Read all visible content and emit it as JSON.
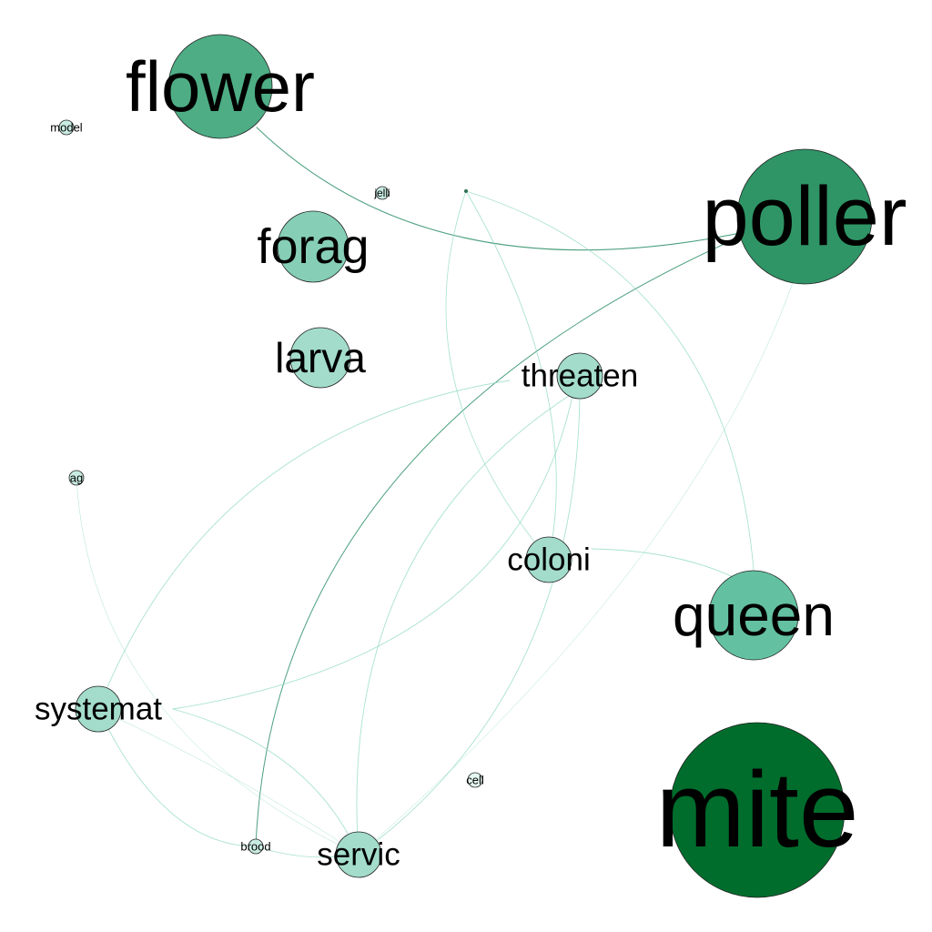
{
  "graph": {
    "type": "network",
    "palette": {
      "level1": "#006d2c",
      "level2": "#2f9566",
      "level3": "#4ead85",
      "level4": "#63c1a1",
      "level5": "#86cfb6",
      "level6": "#a3dccb",
      "level7": "#c9ece2",
      "level8": "#e4f6f0",
      "edge_dark": "#2f8f68",
      "edge_light": "#8ed8c0"
    },
    "nodes": [
      {
        "id": "mite",
        "label": "mite",
        "weight": 10,
        "color": "level1"
      },
      {
        "id": "poller",
        "label": "poller",
        "weight": 8,
        "color": "level2"
      },
      {
        "id": "flower",
        "label": "flower",
        "weight": 6,
        "color": "level3"
      },
      {
        "id": "queen",
        "label": "queen",
        "weight": 5,
        "color": "level4"
      },
      {
        "id": "forag",
        "label": "forag",
        "weight": 4,
        "color": "level5"
      },
      {
        "id": "larva",
        "label": "larva",
        "weight": 3,
        "color": "level6"
      },
      {
        "id": "threaten",
        "label": "threaten",
        "weight": 2.5,
        "color": "level6"
      },
      {
        "id": "coloni",
        "label": "coloni",
        "weight": 2.5,
        "color": "level6"
      },
      {
        "id": "systemat",
        "label": "systemat",
        "weight": 2.5,
        "color": "level6"
      },
      {
        "id": "servic",
        "label": "servic",
        "weight": 2.5,
        "color": "level6"
      },
      {
        "id": "model",
        "label": "model",
        "weight": 0.6,
        "color": "level7"
      },
      {
        "id": "jelli",
        "label": "jelli",
        "weight": 0.5,
        "color": "level7"
      },
      {
        "id": "ag",
        "label": "ag",
        "weight": 0.6,
        "color": "level7"
      },
      {
        "id": "cell",
        "label": "cell",
        "weight": 0.6,
        "color": "level8"
      },
      {
        "id": "brood",
        "label": "brood",
        "weight": 0.6,
        "color": "level7"
      }
    ],
    "edges": [
      {
        "source": "flower",
        "target": "poller",
        "strength": 3
      },
      {
        "source": "poller",
        "target": "brood",
        "strength": 2
      },
      {
        "source": "threaten",
        "target": "systemat",
        "strength": 1
      },
      {
        "source": "threaten",
        "target": "servic",
        "strength": 1
      },
      {
        "source": "threaten",
        "target": "coloni",
        "strength": 1
      },
      {
        "source": "threaten",
        "target": "systemat",
        "strength": 1
      },
      {
        "source": "coloni",
        "target": "queen",
        "strength": 1
      },
      {
        "source": "queen",
        "target": "coloni",
        "strength": 1
      },
      {
        "source": "systemat",
        "target": "servic",
        "strength": 1
      },
      {
        "source": "systemat",
        "target": "brood",
        "strength": 1
      },
      {
        "source": "systemat",
        "target": "coloni",
        "strength": 1
      },
      {
        "source": "ag",
        "target": "servic",
        "strength": 0.5
      },
      {
        "source": "brood",
        "target": "servic",
        "strength": 1
      },
      {
        "source": "servic",
        "target": "poller",
        "strength": 0.5
      },
      {
        "source": "servic",
        "target": "threaten",
        "strength": 1
      },
      {
        "source": "coloni",
        "target": "threaten",
        "strength": 1
      }
    ]
  }
}
